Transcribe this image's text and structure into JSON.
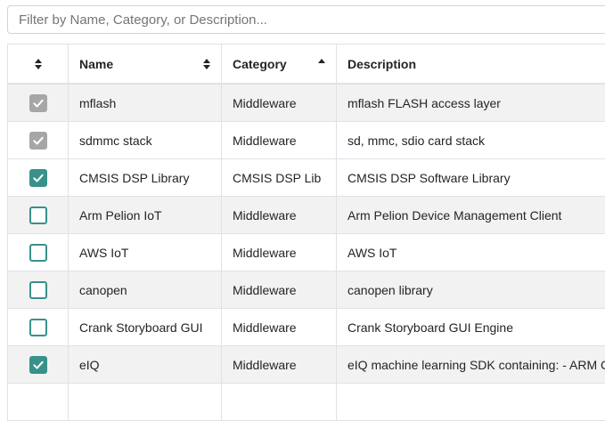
{
  "filter": {
    "placeholder": "Filter by Name, Category, or Description..."
  },
  "table": {
    "columns": [
      {
        "key": "select",
        "label": "",
        "sort": "both"
      },
      {
        "key": "name",
        "label": "Name",
        "sort": "both"
      },
      {
        "key": "category",
        "label": "Category",
        "sort": "asc"
      },
      {
        "key": "description",
        "label": "Description",
        "sort": "none"
      }
    ],
    "rows": [
      {
        "name": "mflash",
        "category": "Middleware",
        "description": "mflash FLASH access layer",
        "checkbox": "checked-disabled",
        "shaded": true
      },
      {
        "name": "sdmmc stack",
        "category": "Middleware",
        "description": "sd, mmc, sdio card stack",
        "checkbox": "checked-disabled",
        "shaded": false
      },
      {
        "name": "CMSIS DSP Library",
        "category": "CMSIS DSP Lib",
        "description": "CMSIS DSP Software Library",
        "checkbox": "checked",
        "shaded": false
      },
      {
        "name": "Arm Pelion IoT",
        "category": "Middleware",
        "description": "Arm Pelion Device Management Client",
        "checkbox": "unchecked",
        "shaded": true
      },
      {
        "name": "AWS IoT",
        "category": "Middleware",
        "description": "AWS IoT",
        "checkbox": "unchecked",
        "shaded": false
      },
      {
        "name": "canopen",
        "category": "Middleware",
        "description": "canopen library",
        "checkbox": "unchecked",
        "shaded": true
      },
      {
        "name": "Crank Storyboard GUI",
        "category": "Middleware",
        "description": "Crank Storyboard GUI Engine",
        "checkbox": "unchecked",
        "shaded": false
      },
      {
        "name": "eIQ",
        "category": "Middleware",
        "description": "eIQ machine learning SDK containing: - ARM C",
        "checkbox": "checked",
        "shaded": true
      }
    ],
    "partial_row_visible": true
  },
  "colors": {
    "accent_teal": "#38918a",
    "disabled_checkbox_gray": "#a6a6a6",
    "row_shade": "#f2f2f2",
    "table_border": "#dee2e6",
    "input_border": "#ced4da"
  }
}
